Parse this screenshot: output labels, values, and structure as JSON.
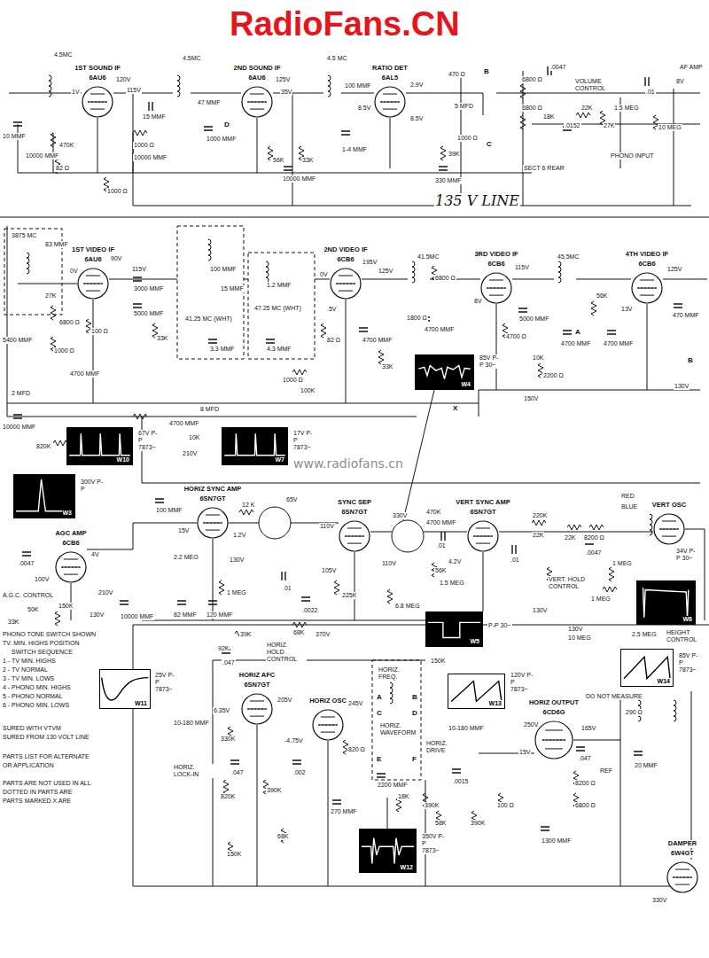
{
  "diagram": {
    "nodes": [
      {
        "text": [
          "1ST SOUND IF",
          "6AU6"
        ]
      },
      {
        "text": [
          "2ND SOUND IF",
          "6AU6"
        ]
      },
      {
        "text": [
          "RATIO DET",
          "6AL5"
        ]
      },
      {
        "text": [
          "1ST VIDEO IF",
          "6AU6"
        ]
      },
      {
        "text": [
          "2ND VIDEO IF",
          "6CB6"
        ]
      },
      {
        "text": [
          "3RD VIDEO IF",
          "6CB6"
        ]
      },
      {
        "text": [
          "4TH VIDEO IF",
          "6CB6"
        ]
      },
      {
        "text": [
          "W4"
        ]
      },
      {
        "text": [
          "W10"
        ]
      },
      {
        "text": [
          "W7"
        ]
      },
      {
        "text": [
          "W3"
        ]
      },
      {
        "text": [
          "AGC AMP",
          "6CB6"
        ]
      },
      {
        "text": [
          "HORIZ SYNC AMP",
          "6SN7GT"
        ]
      },
      {
        "text": [
          "SYNC SEP",
          "6SN7GT"
        ]
      },
      {
        "text": [
          "VERT SYNC AMP",
          "6SN7GT"
        ]
      },
      {
        "text": [
          "VERT OSC"
        ]
      },
      {
        "text": [
          "W5"
        ]
      },
      {
        "text": [
          "W6"
        ]
      },
      {
        "text": [
          "W11"
        ]
      },
      {
        "text": [
          "HORIZ AFC",
          "6SN7GT"
        ]
      },
      {
        "text": [
          "HORIZ OSC"
        ]
      },
      {
        "text": [
          "W13"
        ]
      },
      {
        "text": [
          "W14"
        ]
      },
      {
        "text": [
          "HORIZ OUTPUT",
          "6CD6G"
        ]
      },
      {
        "text": [
          "W12"
        ]
      },
      {
        "text": [
          "DAMPER",
          "6W4GT"
        ]
      }
    ],
    "labels": [
      "RadioFans.CN",
      "www.radiofans.cn",
      "4.5MC",
      "10 MMF",
      "10000 MMF",
      "470K",
      "82 Ω",
      "120V",
      "115V",
      "1V",
      "15 MMF",
      "1000 Ω",
      "10000 MMF",
      "1000 Ω",
      "4.5MC",
      "47 MMF",
      "1000 MMF",
      "125V",
      "35V",
      "56K",
      "33K",
      "10000 MMF",
      "4.5 MC",
      "100 MMF",
      "1-4 MMF",
      "2.9V",
      "8.5V",
      "8.5V",
      "470 Ω",
      "5 MFD",
      "1000 Ω",
      "39K",
      "330 MMF",
      "B",
      "C",
      "D",
      "6800 Ω",
      "6800 Ω",
      ".0047",
      "VOLUME CONTROL",
      "18K",
      "22K",
      ".0152",
      "1.5 MEG",
      "27K",
      ".01",
      "10 MEG",
      "AF AMP",
      "8V",
      "PHONO INPUT",
      "SECT 6 REAR",
      "135 V LINE",
      "3875 MC",
      "83 MMF",
      "27K",
      "0V",
      "90V",
      "115V",
      "3000 MMF",
      "5000 MMF",
      "6800 Ω",
      "100 Ω",
      "33K",
      "5400 MMF",
      "1000 Ω",
      "4700 MMF",
      "2 MFD",
      "100 MMF",
      "15 MMF",
      "41.25 MC (WHT)",
      "3.3 MMF",
      "1.2 MMF",
      "47.25 MC (WHT)",
      "4.3 MMF",
      "1000 Ω",
      "100K",
      "8 MFD",
      "4700 MMF",
      "10K",
      "210V",
      "195V",
      "125V",
      "0V",
      ".5V",
      "82 Ω",
      "4700 MMF",
      "33K",
      "41.5MC",
      "6800 Ω",
      "1800 Ω",
      "4700 MMF",
      "85V P-P 30~",
      "X",
      "115V",
      "8V",
      "5000 MMF",
      "4700 Ω",
      "10K",
      "2200 Ω",
      "150V",
      "45.5MC",
      "56K",
      "A",
      "4700 MMF",
      "4700 MMF",
      "125V",
      "13V",
      "470 MMF",
      "B",
      "130V",
      "10000 MMF",
      "820K",
      "67V P-P 7873~",
      "17V P-P 7873~",
      "300V P-P",
      ".0047",
      "100V",
      "4V",
      "210V",
      "130V",
      "A.G.C. CONTROL",
      "50K",
      "150K",
      "10000 MMF",
      "33K",
      "100 MMF",
      "12 K",
      "65V",
      "1.2V",
      "15V",
      "130V",
      "2.2 MEG",
      "1 MEG",
      ".01",
      "82 MMF",
      "120 MMF",
      "110V",
      "105V",
      "225K",
      ".0022",
      "6.8 MEG",
      "330V",
      "110V",
      "56K",
      "1.5 MEG",
      "470K",
      "4700 MMF",
      ".01",
      "4.2V",
      "P-P 30~",
      "220K",
      "22K",
      "22K",
      "8200 Ω",
      ".01",
      ".0047",
      "1 MEG",
      "130V",
      "VERT. HOLD CONTROL",
      "1 MEG",
      "RED",
      "BLUE",
      "34V P-P 30~",
      "HEIGHT CONTROL",
      "2.5 MEG",
      "130V",
      "10 MEG",
      "PHONO TONE SWITCH SHOWN",
      "TV. MIN. HIGHS POSITION",
      "SWITCH SEQUENCE",
      "1 - TV MIN. HIGHS",
      "2 - TV NORMAL",
      "3 - TV MIN. LOWS",
      "4 - PHONO MIN. HIGHS",
      "5 - PHONO NORMAL",
      "6 - PHONO MIN. LOWS",
      "SURED WITH VTVM",
      "SURED FROM 130 VOLT LINE",
      "PARTS LIST FOR ALTERNATE",
      "OR APPLICATION",
      "PARTS ARE NOT USED IN ALL",
      "DOTTED IN PARTS ARE",
      "PARTS MARKED X ARE",
      "25V P-P 7873~",
      "39K",
      "68K",
      "370V",
      "HORIZ. HOLD CONTROL",
      "92K",
      ".047",
      "205V",
      "6.35V",
      "330K",
      "10-180 MMF",
      "HORIZ. LOCK-IN",
      ".047",
      "820K",
      "390K",
      ".002",
      "68K",
      "150K",
      "245V",
      "-4.75V",
      "820 Ω",
      "HORIZ. FREQ.",
      "HORIZ. WAVEFORM",
      "A",
      "B",
      "C",
      "D",
      "E",
      "F",
      "150K",
      "120V P-P 7873~",
      "HORIZ. DRIVE",
      "10-180 MMF",
      "18K",
      ".0015",
      "390K",
      "58K",
      "390K",
      "2200 MMF",
      "DO NOT MEASURE",
      "165V",
      "250V",
      "15V",
      ".047",
      "8200 Ω",
      "6800 Ω",
      "REF",
      "1300 MMF",
      "100 Ω",
      "85V P-P 7873~",
      "290 Ω",
      "20 MMF",
      "330V",
      "350V P-P 7873~",
      "270 MMF"
    ]
  }
}
